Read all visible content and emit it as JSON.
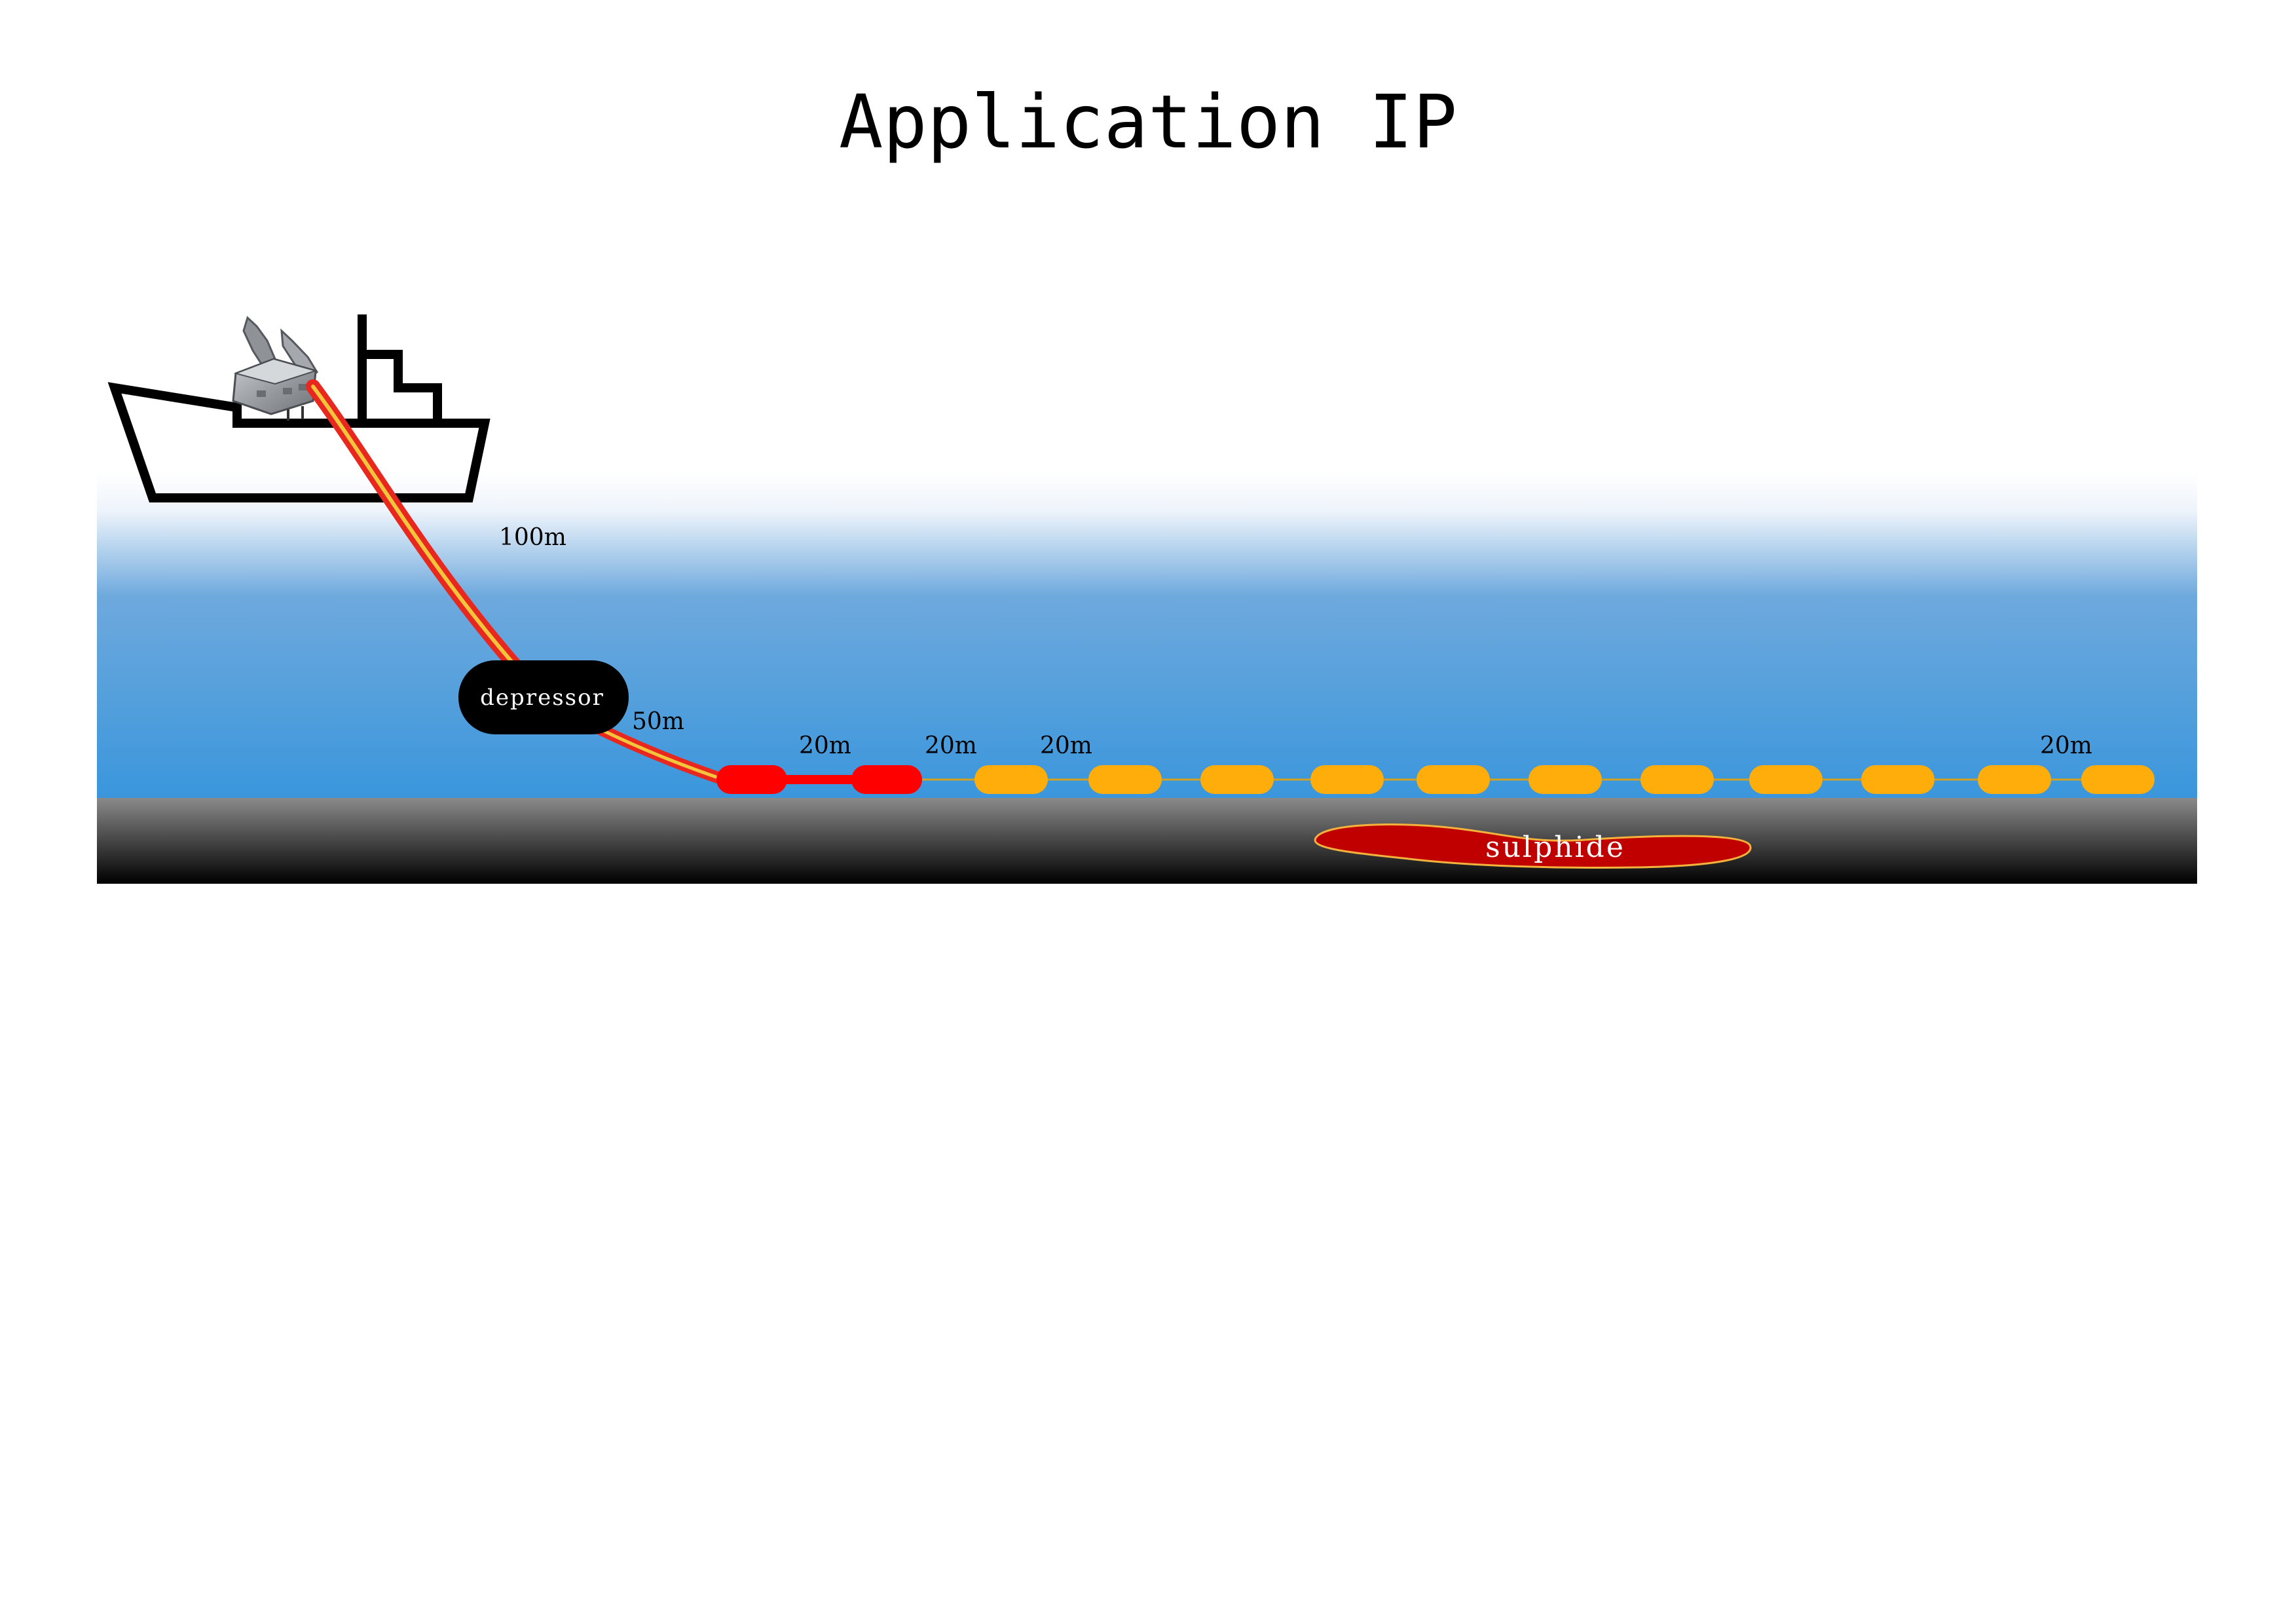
{
  "title": "Application IP",
  "labels": {
    "depressor": "depressor",
    "sulphide": "sulphide",
    "cable_ship_to_depressor": "100m",
    "cable_depressor_to_array": "50m",
    "spacing_red_1": "20m",
    "spacing_red_2": "20m",
    "spacing_yellow_1": "20m",
    "spacing_yellow_last": "20m"
  },
  "colors": {
    "background": "#ffffff",
    "sky_top": "#ffffff",
    "water_mid": "#6ea9dd",
    "water_deep": "#3a96dc",
    "seabed_top": "#8a8a8a",
    "seabed_bottom": "#000000",
    "cable_red": "#e8281e",
    "cable_stripe": "#f2c53d",
    "red_electrode": "#ff0000",
    "yellow_electrode": "#ffad0a",
    "depressor": "#000000",
    "sulphide_fill": "#c00000",
    "sulphide_stroke": "#f3b23c",
    "ship_outline": "#000000"
  },
  "icons": {
    "ship": "ship-icon",
    "instrument": "instrument-case-icon"
  },
  "electrodes": {
    "red_count": 2,
    "yellow_count": 11
  }
}
